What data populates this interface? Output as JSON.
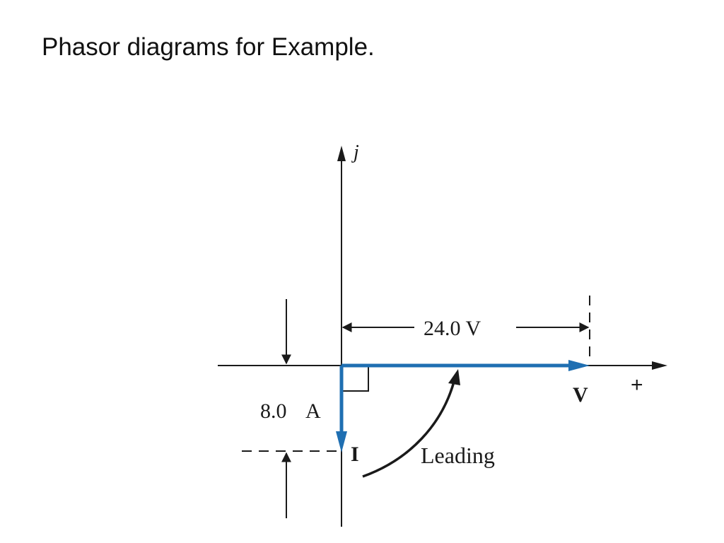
{
  "title": "Phasor diagrams for Example.",
  "axes": {
    "imaginary_label": "j",
    "real_label": "+"
  },
  "phasors": {
    "voltage": {
      "label": "V",
      "magnitude_label": "24.0 V",
      "angle_deg": 0
    },
    "current": {
      "label": "I",
      "magnitude_value": "8.0",
      "magnitude_unit": "A",
      "angle_deg": -90
    }
  },
  "annotation": {
    "leading_label": "Leading"
  },
  "colors": {
    "phasor": "#1f6fb2",
    "lines": "#1a1a1a",
    "background": "#ffffff"
  }
}
